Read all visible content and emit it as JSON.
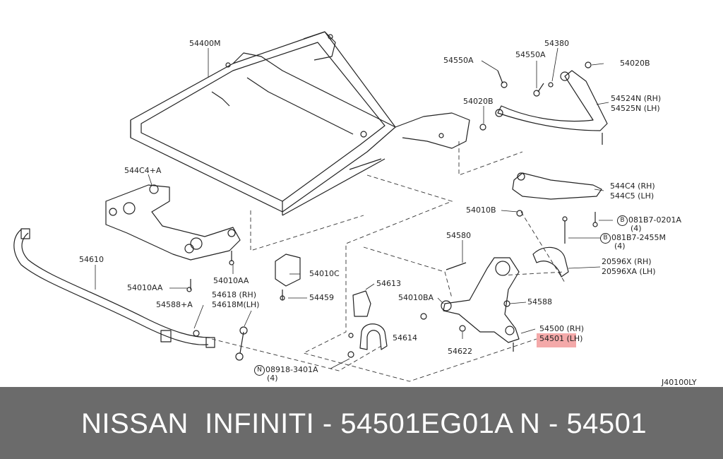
{
  "diagram": {
    "part_labels": [
      {
        "id": "54400M",
        "text": "54400M"
      },
      {
        "id": "54550A-1",
        "text": "54550A"
      },
      {
        "id": "54380",
        "text": "54380"
      },
      {
        "id": "54550A-2",
        "text": "54550A"
      },
      {
        "id": "54020B-1",
        "text": "54020B"
      },
      {
        "id": "54524N",
        "text": "54524N (RH)"
      },
      {
        "id": "54525N",
        "text": "54525N (LH)"
      },
      {
        "id": "54020B-2",
        "text": "54020B"
      },
      {
        "id": "544C4A",
        "text": "544C4+A"
      },
      {
        "id": "544C4",
        "text": "544C4 (RH)"
      },
      {
        "id": "544C5",
        "text": "544C5 (LH)"
      },
      {
        "id": "54010B",
        "text": "54010B"
      },
      {
        "id": "081B7-0201A",
        "text": "081B7-0201A"
      },
      {
        "id": "qty-4-a",
        "text": "(4)"
      },
      {
        "id": "081B7-2455M",
        "text": "081B7-2455M"
      },
      {
        "id": "qty-4-b",
        "text": "(4)"
      },
      {
        "id": "54580",
        "text": "54580"
      },
      {
        "id": "20596X",
        "text": "20596X (RH)"
      },
      {
        "id": "20596XA",
        "text": "20596XA (LH)"
      },
      {
        "id": "54610",
        "text": "54610"
      },
      {
        "id": "54010AA-1",
        "text": "54010AA"
      },
      {
        "id": "54010C",
        "text": "54010C"
      },
      {
        "id": "54010AA-2",
        "text": "54010AA"
      },
      {
        "id": "54613",
        "text": "54613"
      },
      {
        "id": "54459",
        "text": "54459"
      },
      {
        "id": "54010BA",
        "text": "54010BA"
      },
      {
        "id": "54588",
        "text": "54588"
      },
      {
        "id": "54588A",
        "text": "54588+A"
      },
      {
        "id": "54618",
        "text": "54618 (RH)"
      },
      {
        "id": "54618M",
        "text": "54618M(LH)"
      },
      {
        "id": "54500",
        "text": "54500 (RH)"
      },
      {
        "id": "54501",
        "text": "54501 (LH)"
      },
      {
        "id": "54614",
        "text": "54614"
      },
      {
        "id": "54622",
        "text": "54622"
      },
      {
        "id": "08918-3401A",
        "text": "08918-3401A"
      },
      {
        "id": "qty-4-c",
        "text": "(4)"
      }
    ],
    "symbol_b": "B",
    "symbol_n": "N",
    "reference_code": "J40100LY",
    "highlight_color": "#f29a9a"
  },
  "footer": {
    "brand_and_part": "NISSAN  INFINITI - 54501EG01A",
    "short_code": "N - 54501",
    "background": "#6b6b6b",
    "text_color": "#ffffff"
  }
}
